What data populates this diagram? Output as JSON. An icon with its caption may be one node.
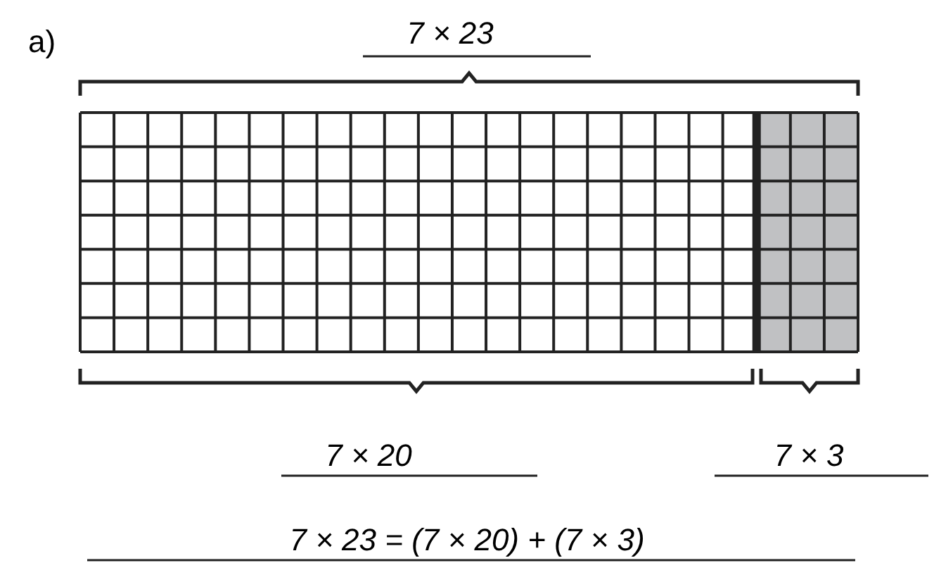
{
  "diagram": {
    "labels": [
      "a)",
      "7 × 23",
      "7 × 20",
      "7 × 3",
      "7 × 23 = (7 × 20) + (7 × 3)"
    ]
  }
}
